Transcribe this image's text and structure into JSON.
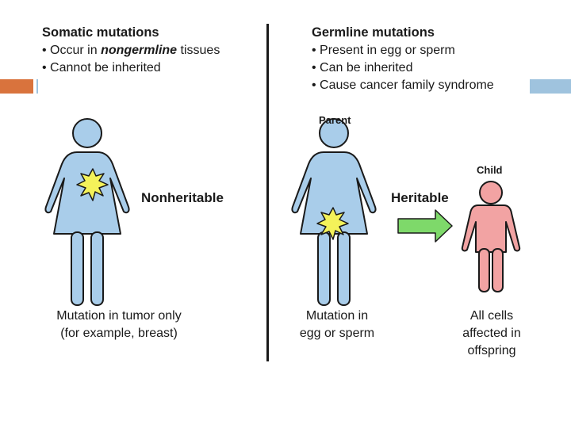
{
  "somatic": {
    "heading": "Somatic mutations",
    "bullets": [
      "• Occur in ",
      "nongermline",
      " tissues",
      "• Cannot be inherited"
    ],
    "label": "Nonheritable",
    "caption": [
      "Mutation in tumor only",
      "(for example, breast)"
    ]
  },
  "germline": {
    "heading": "Germline mutations",
    "bullets": [
      "• Present in egg or sperm",
      "• Can be inherited",
      "• Cause cancer family syndrome"
    ],
    "parent_label": "Parent",
    "child_label": "Child",
    "arrow_label": "Heritable",
    "parent_caption": [
      "Mutation in",
      "egg or sperm"
    ],
    "child_caption": [
      "All cells",
      "affected in",
      "offspring"
    ]
  },
  "colors": {
    "figure_blue": "#a9cdea",
    "figure_pink": "#f2a3a3",
    "arrow_green": "#7ed96a",
    "star_yellow": "#f4f25a",
    "accent_orange": "#d9733d",
    "accent_blue": "#9fc3de"
  }
}
